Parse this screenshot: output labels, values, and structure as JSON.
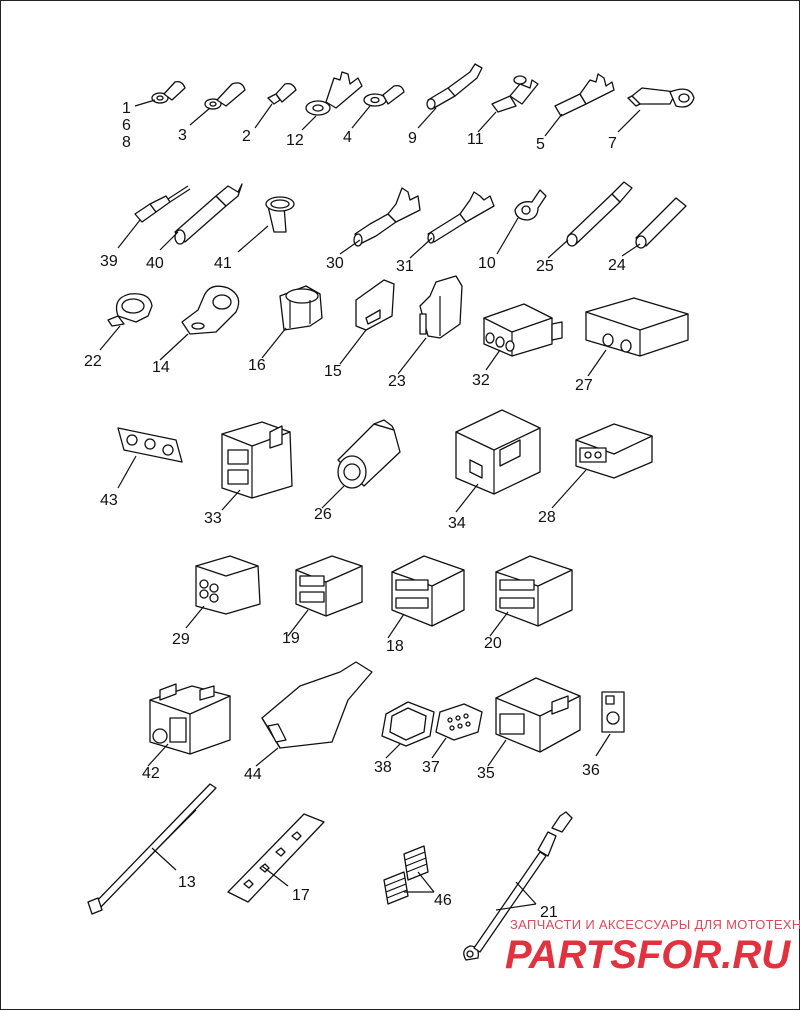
{
  "labels": {
    "l1": "1",
    "l6": "6",
    "l8": "8",
    "l3": "3",
    "l2": "2",
    "l12": "12",
    "l4": "4",
    "l9": "9",
    "l11": "11",
    "l5": "5",
    "l7": "7",
    "l39": "39",
    "l40": "40",
    "l41": "41",
    "l30": "30",
    "l31": "31",
    "l10": "10",
    "l25": "25",
    "l24": "24",
    "l22": "22",
    "l14": "14",
    "l16": "16",
    "l15": "15",
    "l23": "23",
    "l32": "32",
    "l27": "27",
    "l43": "43",
    "l33": "33",
    "l26": "26",
    "l34": "34",
    "l28": "28",
    "l29": "29",
    "l19": "19",
    "l18": "18",
    "l20": "20",
    "l42": "42",
    "l44": "44",
    "l38": "38",
    "l37": "37",
    "l35": "35",
    "l36": "36",
    "l13": "13",
    "l17": "17",
    "l46": "46",
    "l21": "21"
  },
  "watermark": {
    "tagline": "ЗАПЧАСТИ И АКСЕССУАРЫ ДЛЯ МОТОТЕХНИКИ",
    "logo": "PARTSFOR.RU"
  },
  "colors": {
    "watermark": "#e1323f",
    "ink": "#111111"
  }
}
